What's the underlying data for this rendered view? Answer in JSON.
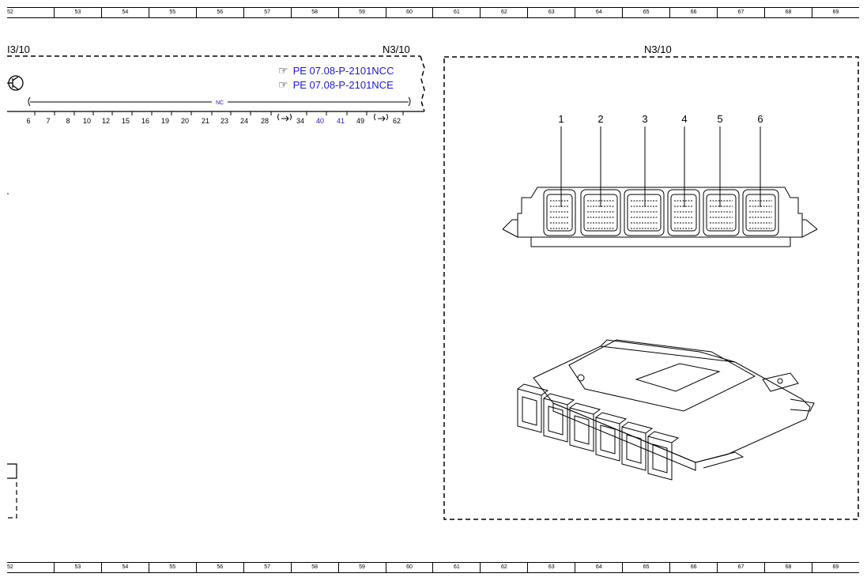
{
  "ruler": {
    "cells": [
      "52",
      "53",
      "54",
      "55",
      "56",
      "57",
      "58",
      "59",
      "60",
      "61",
      "62",
      "63",
      "64",
      "65",
      "66",
      "67",
      "68",
      "69"
    ]
  },
  "left_panel": {
    "component_label_left": "I3/10",
    "component_label_right": "N3/10",
    "references": [
      {
        "hand_icon": "pointing-hand-icon",
        "text": "PE 07.08-P-2101NCC"
      },
      {
        "hand_icon": "pointing-hand-icon",
        "text": "PE 07.08-P-2101NCE"
      }
    ],
    "bus_label": "NC",
    "pins": [
      "6",
      "7",
      "8",
      "10",
      "12",
      "15",
      "16",
      "19",
      "20",
      "21",
      "23",
      "24",
      "28",
      "34",
      "40",
      "41",
      "49",
      "62"
    ],
    "pin_color_default": "#000000",
    "pin_color_highlight": "#1a1acc",
    "highlighted_pins": [
      "40",
      "41"
    ]
  },
  "right_panel": {
    "component_label": "N3/10",
    "connector_numbers": [
      "1",
      "2",
      "3",
      "4",
      "5",
      "6"
    ]
  }
}
